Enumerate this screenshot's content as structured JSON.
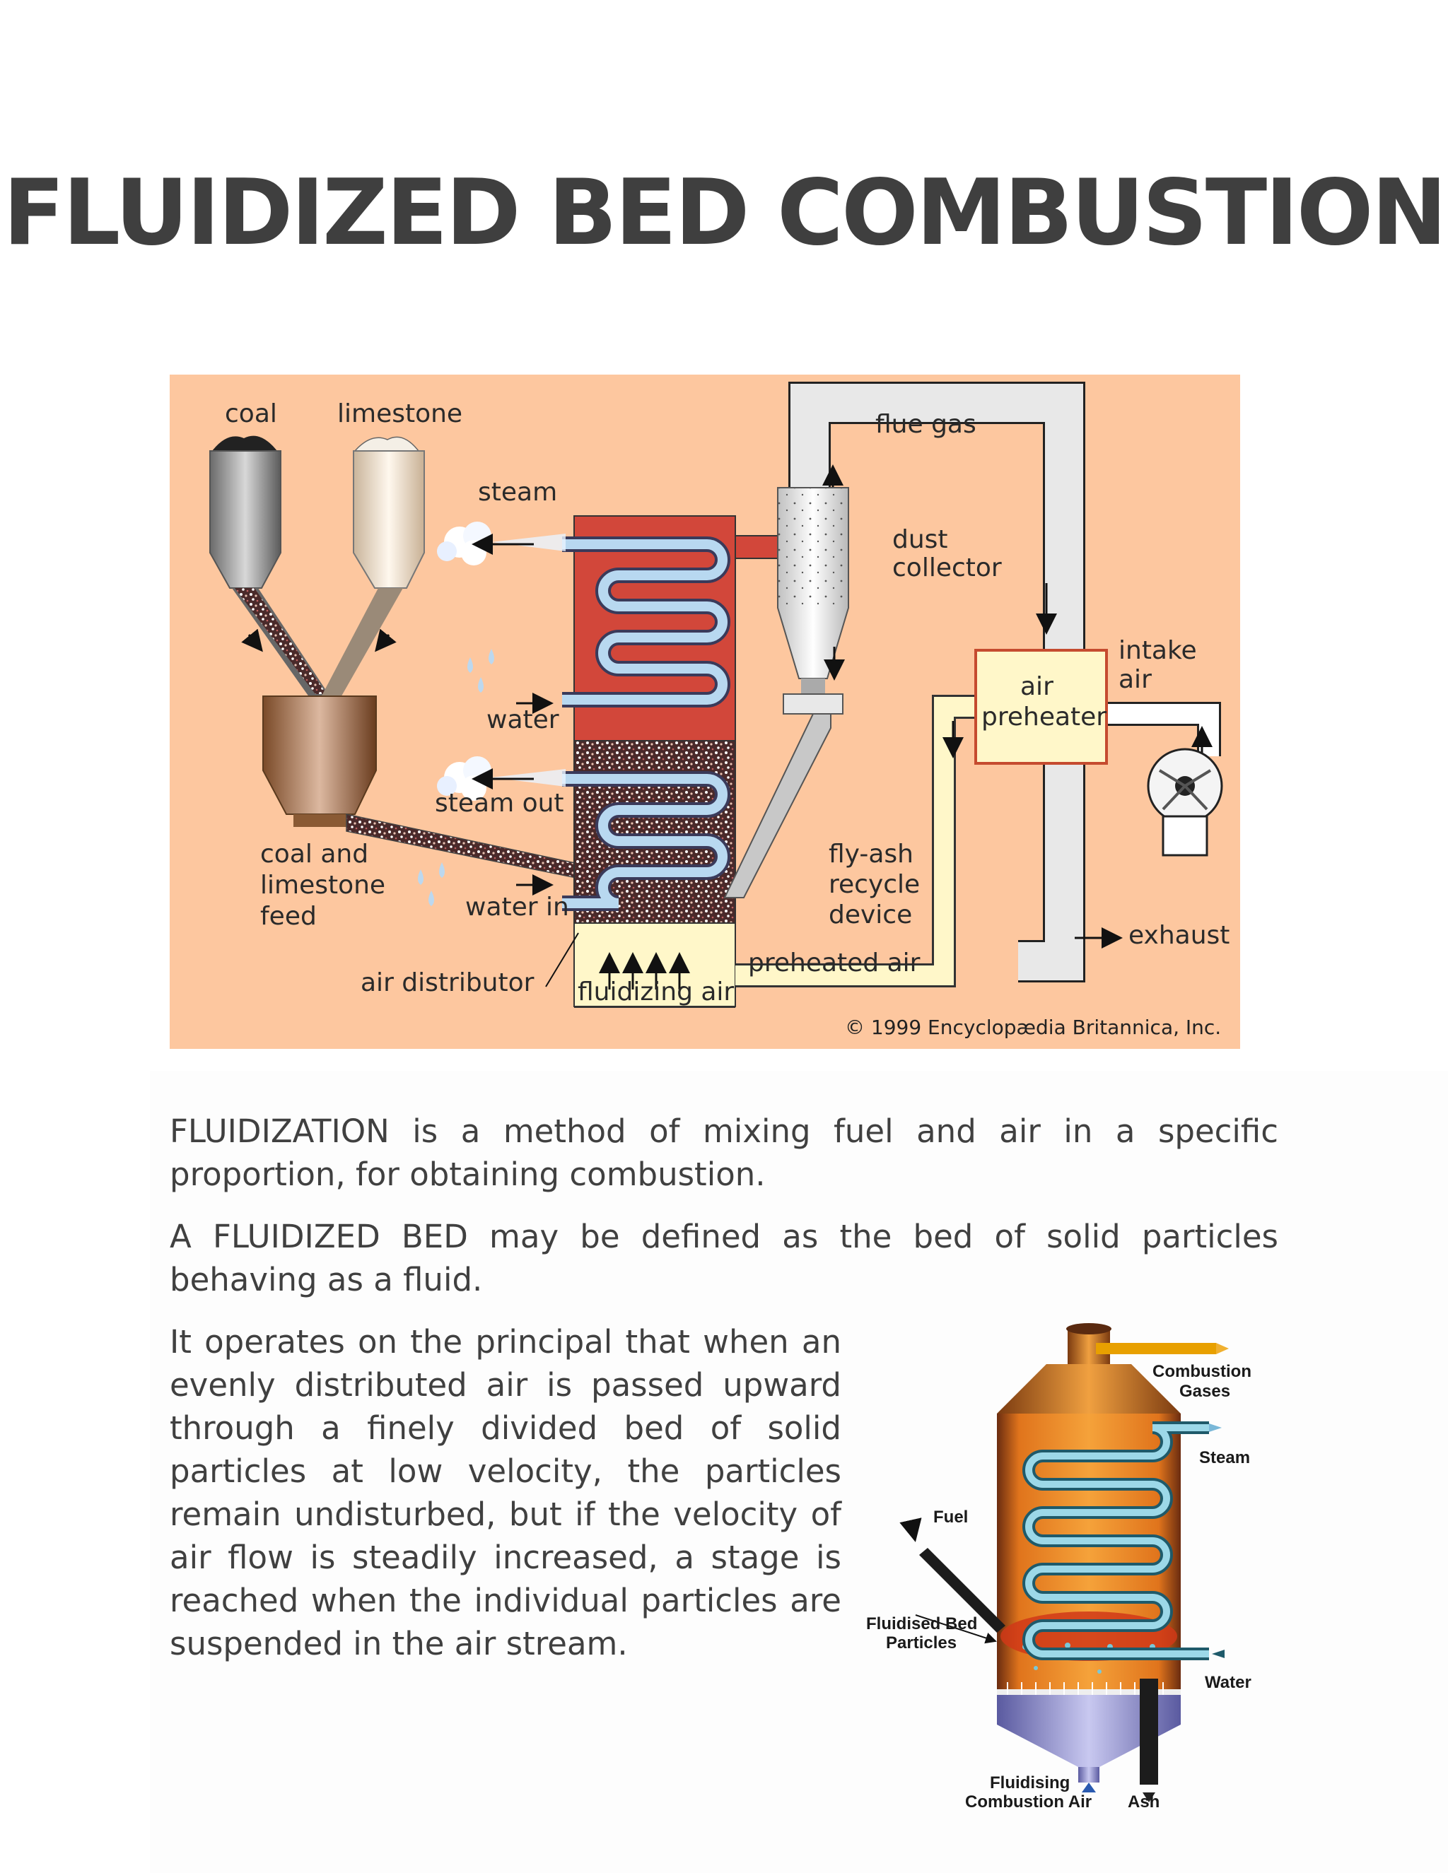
{
  "title": "FLUIDIZED BED COMBUSTION",
  "figure1": {
    "labels": {
      "coal": "coal",
      "limestone": "limestone",
      "steam": "steam",
      "water": "water",
      "steam_out": "steam out",
      "water_in": "water in",
      "feed_line1": "coal and",
      "feed_line2": "limestone",
      "feed_line3": "feed",
      "air_distributor": "air distributor",
      "fluidizing_air": "fluidizing air",
      "flue_gas": "flue gas",
      "dust_line1": "dust",
      "dust_line2": "collector",
      "preheater_line1": "air",
      "preheater_line2": "preheater",
      "intake_line1": "intake",
      "intake_line2": "air",
      "flyash_line1": "fly-ash",
      "flyash_line2": "recycle",
      "flyash_line3": "device",
      "preheated_air": "preheated air",
      "exhaust": "exhaust",
      "copyright": "© 1999 Encyclopædia Britannica, Inc."
    }
  },
  "paragraphs": [
    "FLUIDIZATION is a method of mixing fuel and air in a specific proportion, for obtaining combustion.",
    "A FLUIDIZED BED may be defined as the bed of solid particles behaving as a fluid.",
    "It operates on the principal that when an evenly distributed air is passed upward through a finely divided bed of solid particles at low velocity, the particles remain undisturbed, but if the velocity of air flow is steadily increased, a stage is reached when the individual particles are suspended in the air stream."
  ],
  "figure2": {
    "labels": {
      "combustion_line1": "Combustion",
      "combustion_line2": "Gases",
      "steam": "Steam",
      "fuel": "Fuel",
      "bed_line1": "Fluidised Bed",
      "bed_line2": "Particles",
      "water": "Water",
      "air_line1": "Fluidising",
      "air_line2": "Combustion Air",
      "ash": "Ash"
    }
  }
}
